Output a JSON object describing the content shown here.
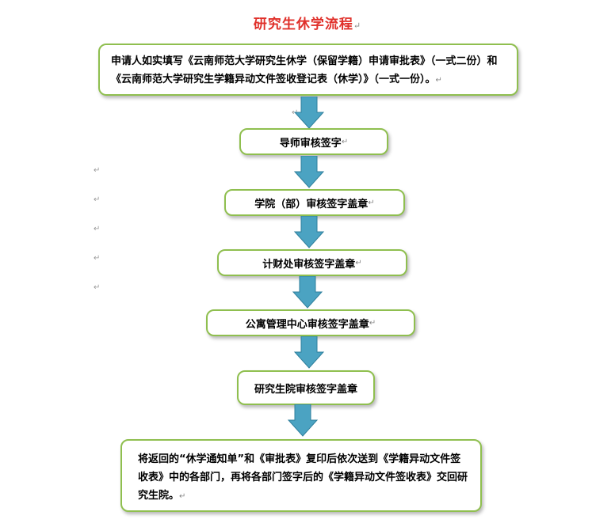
{
  "title": "研究生休学流程",
  "mark": "↵",
  "steps": [
    "申请人如实填写《云南师范大学研究生休学（保留学籍）申请审批表》（一式二份）和《云南师范大学研究生学籍异动文件签收登记表（休学）》（一式一份）。",
    "导师审核签字",
    "学院（部）审核签字盖章",
    "计财处审核签字盖章",
    "公寓管理中心审核签字盖章",
    "研究生院审核签字盖章",
    "将返回的“休学通知单”和《审批表》复印后依次送到《学籍异动文件签收表》中的各部门，再将各部门签字后的《学籍异动文件签收表》交回研究生院。"
  ],
  "colors": {
    "title": "#e0302a",
    "box_border": "#8fbf4f",
    "arrow_fill": "#4ba3c2",
    "arrow_stroke": "#2f7f9c"
  },
  "icons": {
    "arrow": "down-arrow-icon"
  }
}
